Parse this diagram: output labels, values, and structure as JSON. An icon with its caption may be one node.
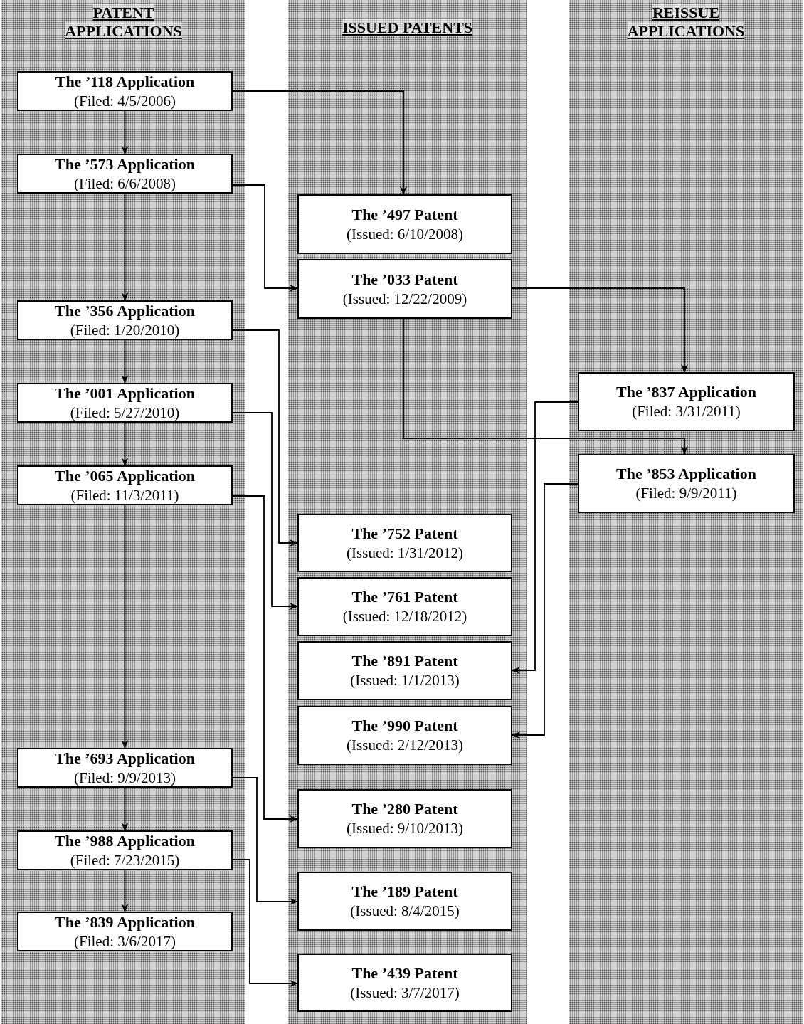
{
  "diagram": {
    "nodes": [
      {
        "text": [
          "PATENT APPLICATIONS"
        ]
      },
      {
        "text": [
          "The ’118 Application",
          "(Filed: 4/5/2006)"
        ],
        "in": 0
      },
      {
        "text": [
          "The ’573 Application",
          "(Filed: 6/6/2008)"
        ],
        "in": 0
      },
      {
        "text": [
          "The ’356 Application",
          "(Filed: 1/20/2010)"
        ],
        "in": 0
      },
      {
        "text": [
          "The ’001 Application",
          "(Filed: 5/27/2010)"
        ],
        "in": 0
      },
      {
        "text": [
          "The ’065 Application",
          "(Filed: 11/3/2011)"
        ],
        "in": 0
      },
      {
        "text": [
          "The ’693 Application",
          "(Filed: 9/9/2013)"
        ],
        "in": 0
      },
      {
        "text": [
          "The ’988 Application",
          "(Filed: 7/23/2015)"
        ],
        "in": 0
      },
      {
        "text": [
          "The ’839 Application",
          "(Filed: 3/6/2017)"
        ],
        "in": 0
      },
      {
        "text": [
          "ISSUED PATENTS"
        ]
      },
      {
        "text": [
          "The ’497 Patent",
          "(Issued: 6/10/2008)"
        ],
        "in": 9
      },
      {
        "text": [
          "The ’033 Patent",
          "(Issued: 12/22/2009)"
        ],
        "in": 9
      },
      {
        "text": [
          "The ’752 Patent",
          "(Issued: 1/31/2012)"
        ],
        "in": 9
      },
      {
        "text": [
          "The ’761 Patent",
          "(Issued: 12/18/2012)"
        ],
        "in": 9
      },
      {
        "text": [
          "The ’891 Patent",
          "(Issued: 1/1/2013)"
        ],
        "in": 9
      },
      {
        "text": [
          "The ’990 Patent",
          "(Issued: 2/12/2013)"
        ],
        "in": 9
      },
      {
        "text": [
          "The ’280 Patent",
          "(Issued: 9/10/2013)"
        ],
        "in": 9
      },
      {
        "text": [
          "The ’189 Patent",
          "(Issued: 8/4/2015)"
        ],
        "in": 9
      },
      {
        "text": [
          "The ’439 Patent",
          "(Issued: 3/7/2017)"
        ],
        "in": 9
      },
      {
        "text": [
          "REISSUE APPLICATIONS"
        ]
      },
      {
        "text": [
          "The ’837 Application",
          "(Filed: 3/31/2011)"
        ],
        "in": 19
      },
      {
        "text": [
          "The ’853 Application",
          "(Filed: 9/9/2011)"
        ],
        "in": 19
      }
    ],
    "edges": [
      {
        "from": 1,
        "to": 2,
        "arrow": "to"
      },
      {
        "from": 2,
        "to": 3,
        "arrow": "to"
      },
      {
        "from": 3,
        "to": 4,
        "arrow": "to"
      },
      {
        "from": 4,
        "to": 5,
        "arrow": "to"
      },
      {
        "from": 5,
        "to": 6,
        "arrow": "to"
      },
      {
        "from": 6,
        "to": 7,
        "arrow": "to"
      },
      {
        "from": 7,
        "to": 8,
        "arrow": "to"
      },
      {
        "from": 1,
        "to": 10,
        "arrow": "to"
      },
      {
        "from": 2,
        "to": 11,
        "arrow": "to"
      },
      {
        "from": 3,
        "to": 12,
        "arrow": "to"
      },
      {
        "from": 4,
        "to": 13,
        "arrow": "to"
      },
      {
        "from": 5,
        "to": 16,
        "arrow": "to"
      },
      {
        "from": 6,
        "to": 17,
        "arrow": "to"
      },
      {
        "from": 7,
        "to": 18,
        "arrow": "to"
      },
      {
        "from": 11,
        "to": 20,
        "arrow": "to"
      },
      {
        "from": 11,
        "to": 21,
        "arrow": "to"
      },
      {
        "from": 20,
        "to": 14,
        "arrow": "to"
      },
      {
        "from": 21,
        "to": 15,
        "arrow": "to"
      }
    ]
  }
}
